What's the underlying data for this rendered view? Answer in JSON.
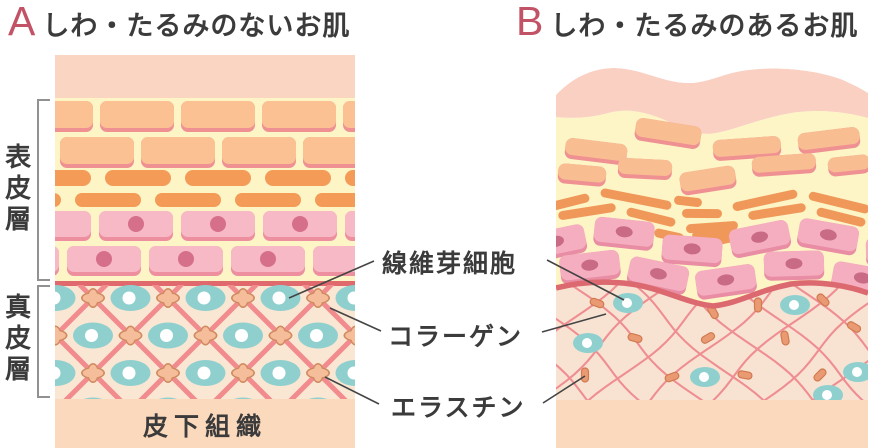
{
  "titles": {
    "a_letter": "A",
    "a_text": "しわ・たるみのないお肌",
    "b_letter": "B",
    "b_text": "しわ・たるみのあるお肌"
  },
  "layer_labels": {
    "epidermis": "表皮層",
    "dermis": "真皮層",
    "subcutaneous": "皮下組織"
  },
  "annotations": {
    "fibroblast": "線維芽細胞",
    "collagen": "コラーゲン",
    "elastin": "エラスチン"
  },
  "colors": {
    "accent_letter": "#c25266",
    "text": "#3b3b3b",
    "bracket": "#8f9193",
    "leader_line": "#454545",
    "cream_bg": "#fdf5c6",
    "stratum_corneum_a": "#fad5c2",
    "stratum_corneum_b": "#f9d0c1",
    "brick_light": "#fbc193",
    "brick_light_b": "#f9bd92",
    "brick_edge": "#ef9093",
    "granular_orange": "#f49b58",
    "granular_orange_b": "#f0985a",
    "basal_pink": "#f6b9c5",
    "basal_pink_b": "#f5aec0",
    "basal_edge": "#ee8fa0",
    "basal_edge_b": "#e88da4",
    "nucleus": "#d6708a",
    "nucleus_b": "#c96b84",
    "membrane": "#e0696e",
    "membrane_b": "#db696f",
    "dermis_bg": "#f9e6d3",
    "dermis_bg_b": "#f8e3d3",
    "collagen_pink": "#f28b8e",
    "collagen_pink_b": "#ef8e92",
    "fibroblast_teal": "#8fd0cf",
    "fibroblast_center": "#ffffff",
    "elastin_fill": "#f5bd9a",
    "elastin_stroke": "#cf8a5e",
    "elastin_fill_b": "#ea9a72",
    "elastin_stroke_b": "#d07a50",
    "subcutaneous_band": "#fbd9bd"
  }
}
